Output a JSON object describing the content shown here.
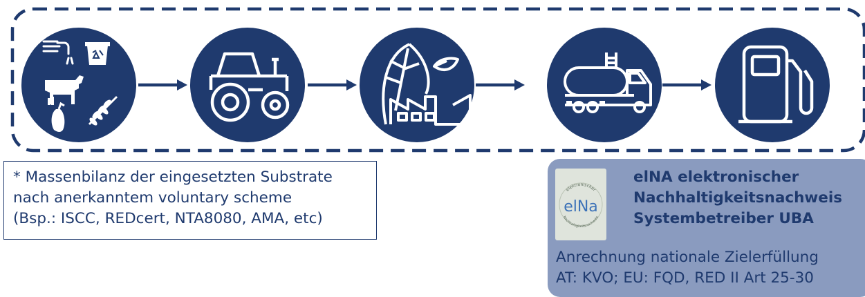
{
  "colors": {
    "primary": "#1f3a6e",
    "panel": "#8a9bbf",
    "icon": "#ffffff"
  },
  "chain": {
    "steps": [
      {
        "icon": "substrates-icon"
      },
      {
        "icon": "tractor-icon"
      },
      {
        "icon": "biorefinery-icon"
      },
      {
        "icon": "tanker-truck-icon"
      },
      {
        "icon": "fuel-pump-icon"
      }
    ]
  },
  "note": {
    "lines": [
      "* Massenbilanz der eingesetzten Substrate",
      "nach anerkanntem voluntary scheme",
      "(Bsp.: ISCC, REDcert, NTA8080, AMA, etc)"
    ]
  },
  "elna": {
    "logo_text": "elNa",
    "logo_ring_top": "elektronischer",
    "logo_ring_bottom": "Nachhaltigkeitsnachweis",
    "title_lines": [
      "elNA elektronischer",
      "Nachhaltigkeitsnachweis",
      "Systembetreiber UBA"
    ],
    "sub_lines": [
      "Anrechnung nationale Zielerfüllung",
      "AT: KVO; EU: FQD, RED II Art 25-30"
    ]
  }
}
